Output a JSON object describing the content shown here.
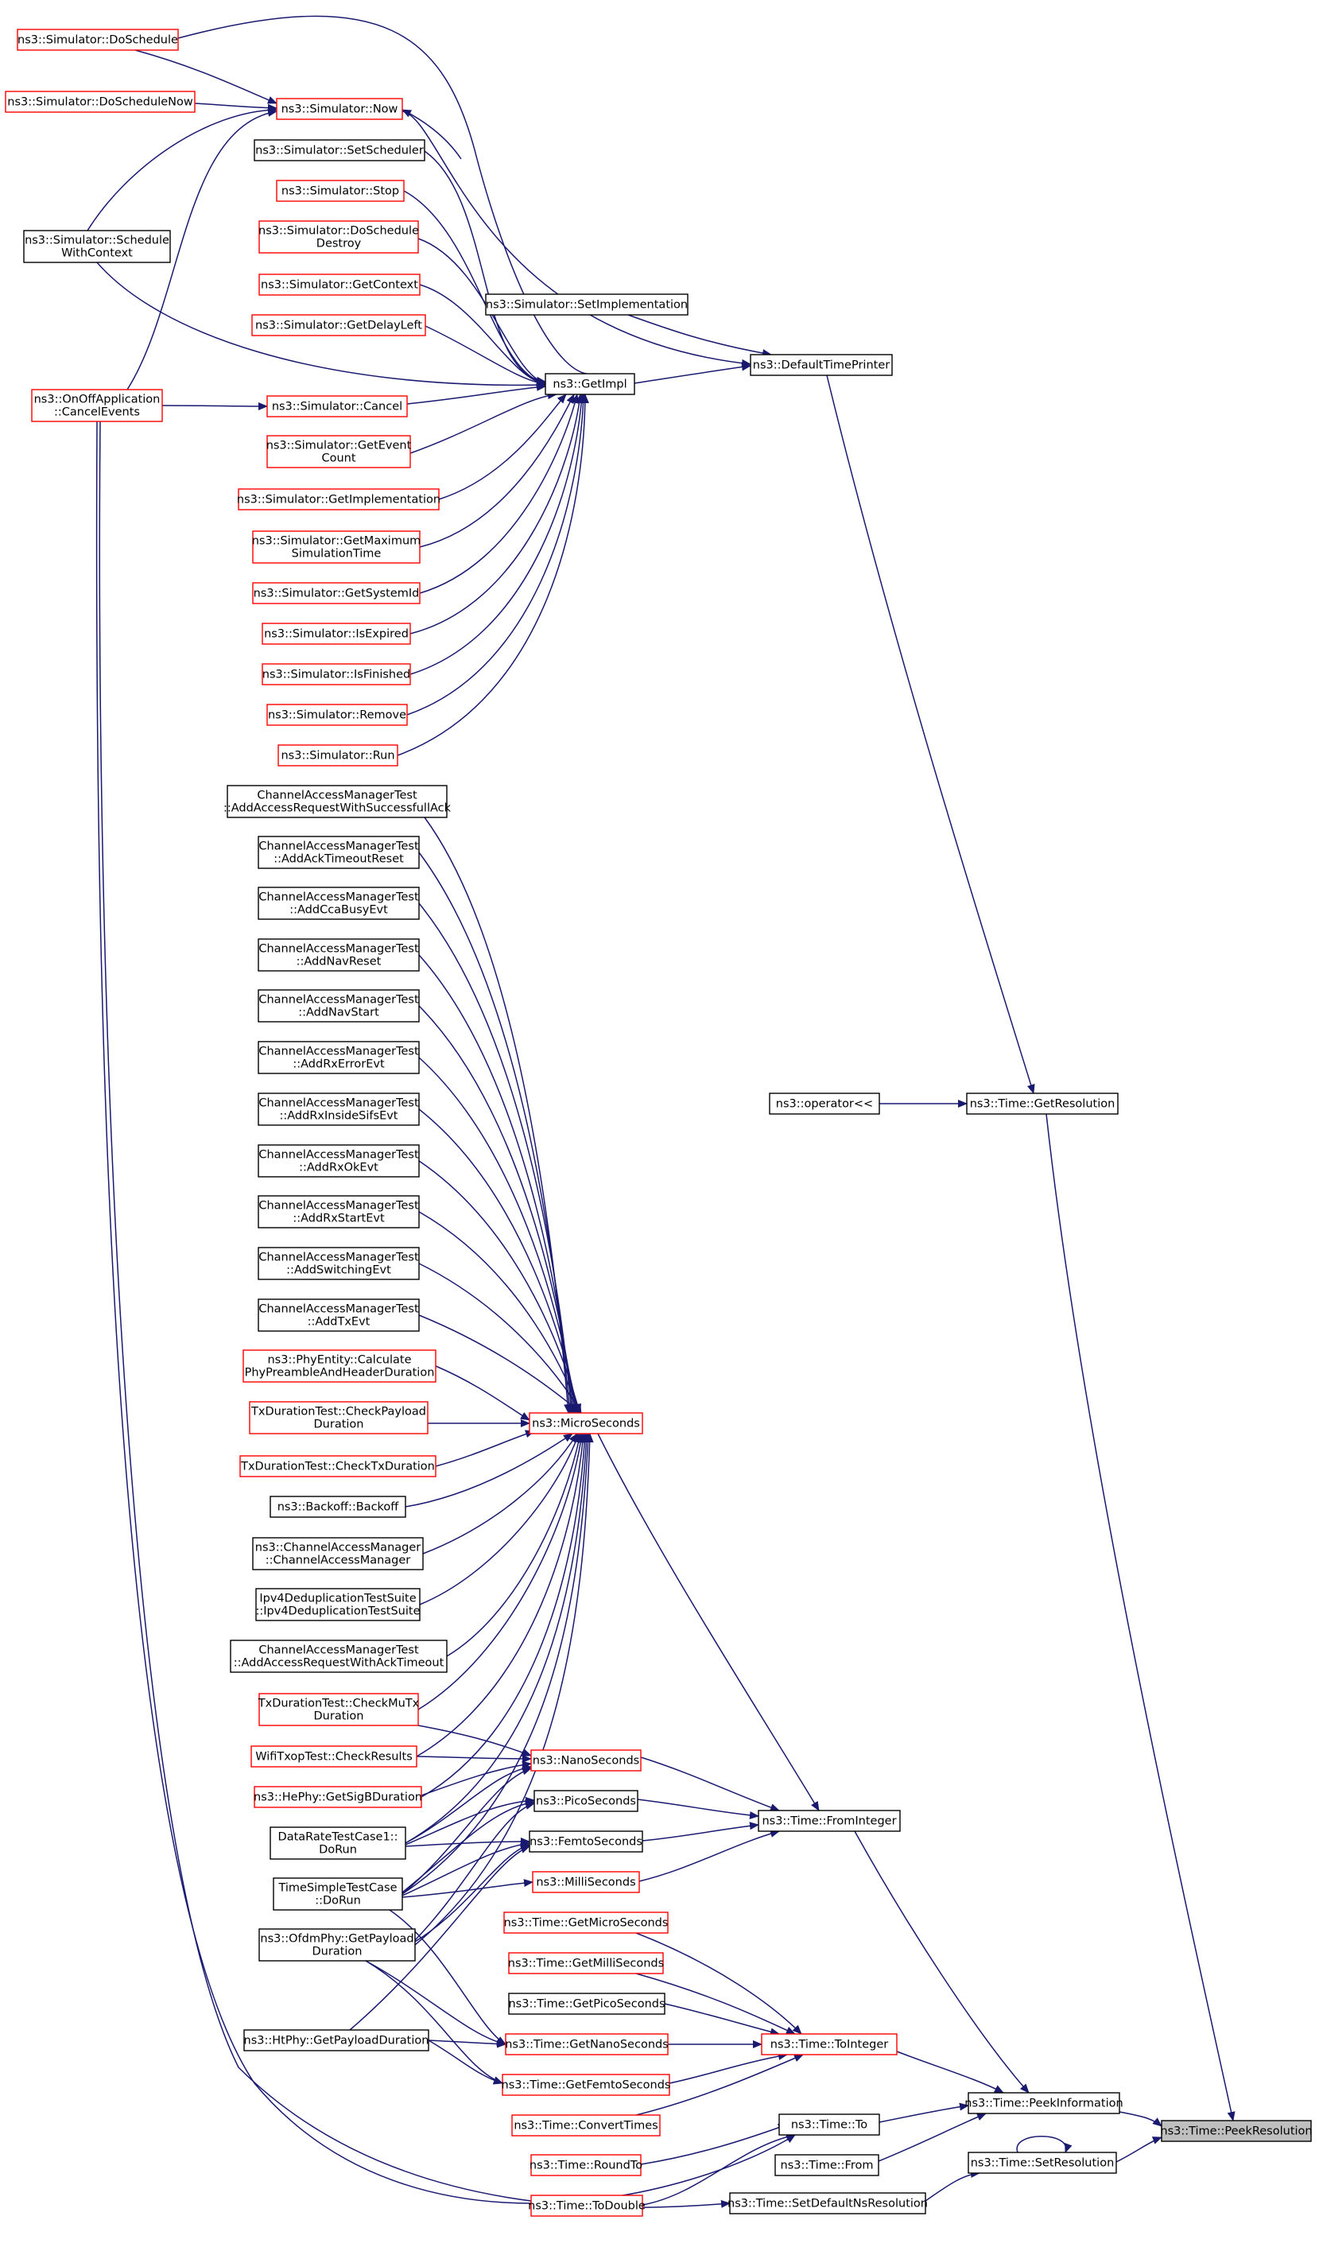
{
  "diagram": {
    "nodes": [
      {
        "id": "peekres",
        "lines": [
          "ns3::Time::PeekResolution"
        ],
        "style": "focus"
      },
      {
        "id": "peekinfo",
        "lines": [
          "ns3::Time::PeekInformation"
        ],
        "style": "black"
      },
      {
        "id": "setres",
        "lines": [
          "ns3::Time::SetResolution"
        ],
        "style": "black"
      },
      {
        "id": "setdefns",
        "lines": [
          "ns3::Time::SetDefaultNsResolution"
        ],
        "style": "black"
      },
      {
        "id": "getres",
        "lines": [
          "ns3::Time::GetResolution"
        ],
        "style": "black"
      },
      {
        "id": "opstream",
        "lines": [
          "ns3::operator<<"
        ],
        "style": "black"
      },
      {
        "id": "deftp",
        "lines": [
          "ns3::DefaultTimePrinter"
        ],
        "style": "black"
      },
      {
        "id": "setimpl",
        "lines": [
          "ns3::Simulator::SetImplementation"
        ],
        "style": "black"
      },
      {
        "id": "getimpl",
        "lines": [
          "ns3::GetImpl"
        ],
        "style": "black"
      },
      {
        "id": "doschedule",
        "lines": [
          "ns3::Simulator::DoSchedule"
        ],
        "style": "red"
      },
      {
        "id": "doschednow",
        "lines": [
          "ns3::Simulator::DoScheduleNow"
        ],
        "style": "red"
      },
      {
        "id": "now",
        "lines": [
          "ns3::Simulator::Now"
        ],
        "style": "red"
      },
      {
        "id": "setsched",
        "lines": [
          "ns3::Simulator::SetScheduler"
        ],
        "style": "black"
      },
      {
        "id": "stop",
        "lines": [
          "ns3::Simulator::Stop"
        ],
        "style": "red"
      },
      {
        "id": "dosched_destroy",
        "lines": [
          "ns3::Simulator::DoSchedule",
          "Destroy"
        ],
        "style": "red"
      },
      {
        "id": "getctx",
        "lines": [
          "ns3::Simulator::GetContext"
        ],
        "style": "red"
      },
      {
        "id": "getdelay",
        "lines": [
          "ns3::Simulator::GetDelayLeft"
        ],
        "style": "red"
      },
      {
        "id": "schedctx",
        "lines": [
          "ns3::Simulator::Schedule",
          "WithContext"
        ],
        "style": "black"
      },
      {
        "id": "onoff",
        "lines": [
          "ns3::OnOffApplication",
          "::CancelEvents"
        ],
        "style": "red"
      },
      {
        "id": "cancel",
        "lines": [
          "ns3::Simulator::Cancel"
        ],
        "style": "red"
      },
      {
        "id": "geteventcount",
        "lines": [
          "ns3::Simulator::GetEvent",
          "Count"
        ],
        "style": "red"
      },
      {
        "id": "getimplementation",
        "lines": [
          "ns3::Simulator::GetImplementation"
        ],
        "style": "red"
      },
      {
        "id": "getmaxsim",
        "lines": [
          "ns3::Simulator::GetMaximum",
          "SimulationTime"
        ],
        "style": "red"
      },
      {
        "id": "getsysid",
        "lines": [
          "ns3::Simulator::GetSystemId"
        ],
        "style": "red"
      },
      {
        "id": "isexpired",
        "lines": [
          "ns3::Simulator::IsExpired"
        ],
        "style": "red"
      },
      {
        "id": "isfinished",
        "lines": [
          "ns3::Simulator::IsFinished"
        ],
        "style": "red"
      },
      {
        "id": "remove",
        "lines": [
          "ns3::Simulator::Remove"
        ],
        "style": "red"
      },
      {
        "id": "run",
        "lines": [
          "ns3::Simulator::Run"
        ],
        "style": "red"
      },
      {
        "id": "camt_succ",
        "lines": [
          "ChannelAccessManagerTest",
          "::AddAccessRequestWithSuccessfullAck"
        ],
        "style": "black"
      },
      {
        "id": "camt_ackto",
        "lines": [
          "ChannelAccessManagerTest",
          "::AddAckTimeoutReset"
        ],
        "style": "black"
      },
      {
        "id": "camt_cca",
        "lines": [
          "ChannelAccessManagerTest",
          "::AddCcaBusyEvt"
        ],
        "style": "black"
      },
      {
        "id": "camt_navreset",
        "lines": [
          "ChannelAccessManagerTest",
          "::AddNavReset"
        ],
        "style": "black"
      },
      {
        "id": "camt_navstart",
        "lines": [
          "ChannelAccessManagerTest",
          "::AddNavStart"
        ],
        "style": "black"
      },
      {
        "id": "camt_rxerr",
        "lines": [
          "ChannelAccessManagerTest",
          "::AddRxErrorEvt"
        ],
        "style": "black"
      },
      {
        "id": "camt_rxsifs",
        "lines": [
          "ChannelAccessManagerTest",
          "::AddRxInsideSifsEvt"
        ],
        "style": "black"
      },
      {
        "id": "camt_rxok",
        "lines": [
          "ChannelAccessManagerTest",
          "::AddRxOkEvt"
        ],
        "style": "black"
      },
      {
        "id": "camt_rxstart",
        "lines": [
          "ChannelAccessManagerTest",
          "::AddRxStartEvt"
        ],
        "style": "black"
      },
      {
        "id": "camt_switch",
        "lines": [
          "ChannelAccessManagerTest",
          "::AddSwitchingEvt"
        ],
        "style": "black"
      },
      {
        "id": "camt_tx",
        "lines": [
          "ChannelAccessManagerTest",
          "::AddTxEvt"
        ],
        "style": "black"
      },
      {
        "id": "phyentity",
        "lines": [
          "ns3::PhyEntity::Calculate",
          "PhyPreambleAndHeaderDuration"
        ],
        "style": "red"
      },
      {
        "id": "txd_payload",
        "lines": [
          "TxDurationTest::CheckPayload",
          "Duration"
        ],
        "style": "red"
      },
      {
        "id": "txd_tx",
        "lines": [
          "TxDurationTest::CheckTxDuration"
        ],
        "style": "red"
      },
      {
        "id": "backoff",
        "lines": [
          "ns3::Backoff::Backoff"
        ],
        "style": "black"
      },
      {
        "id": "cam",
        "lines": [
          "ns3::ChannelAccessManager",
          "::ChannelAccessManager"
        ],
        "style": "black"
      },
      {
        "id": "ipv4dedup",
        "lines": [
          "Ipv4DeduplicationTestSuite",
          "::Ipv4DeduplicationTestSuite"
        ],
        "style": "black"
      },
      {
        "id": "camt_ackto2",
        "lines": [
          "ChannelAccessManagerTest",
          "::AddAccessRequestWithAckTimeout"
        ],
        "style": "black"
      },
      {
        "id": "txd_mu",
        "lines": [
          "TxDurationTest::CheckMuTx",
          "Duration"
        ],
        "style": "red"
      },
      {
        "id": "wifitxop",
        "lines": [
          "WifiTxopTest::CheckResults"
        ],
        "style": "red"
      },
      {
        "id": "hephy",
        "lines": [
          "ns3::HePhy::GetSigBDuration"
        ],
        "style": "red"
      },
      {
        "id": "datarate",
        "lines": [
          "DataRateTestCase1::",
          "DoRun"
        ],
        "style": "black"
      },
      {
        "id": "timesimple",
        "lines": [
          "TimeSimpleTestCase",
          "::DoRun"
        ],
        "style": "black"
      },
      {
        "id": "ofdmphy",
        "lines": [
          "ns3::OfdmPhy::GetPayload",
          "Duration"
        ],
        "style": "black"
      },
      {
        "id": "htphy",
        "lines": [
          "ns3::HtPhy::GetPayloadDuration"
        ],
        "style": "black"
      },
      {
        "id": "micro",
        "lines": [
          "ns3::MicroSeconds"
        ],
        "style": "red"
      },
      {
        "id": "nano",
        "lines": [
          "ns3::NanoSeconds"
        ],
        "style": "red"
      },
      {
        "id": "pico",
        "lines": [
          "ns3::PicoSeconds"
        ],
        "style": "black"
      },
      {
        "id": "femto",
        "lines": [
          "ns3::FemtoSeconds"
        ],
        "style": "black"
      },
      {
        "id": "milli",
        "lines": [
          "ns3::MilliSeconds"
        ],
        "style": "red"
      },
      {
        "id": "frominteger",
        "lines": [
          "ns3::Time::FromInteger"
        ],
        "style": "black"
      },
      {
        "id": "getmicro",
        "lines": [
          "ns3::Time::GetMicroSeconds"
        ],
        "style": "red"
      },
      {
        "id": "getmilli",
        "lines": [
          "ns3::Time::GetMilliSeconds"
        ],
        "style": "red"
      },
      {
        "id": "getpico",
        "lines": [
          "ns3::Time::GetPicoSeconds"
        ],
        "style": "black"
      },
      {
        "id": "getnano",
        "lines": [
          "ns3::Time::GetNanoSeconds"
        ],
        "style": "red"
      },
      {
        "id": "getfemto",
        "lines": [
          "ns3::Time::GetFemtoSeconds"
        ],
        "style": "red"
      },
      {
        "id": "convert",
        "lines": [
          "ns3::Time::ConvertTimes"
        ],
        "style": "red"
      },
      {
        "id": "roundto",
        "lines": [
          "ns3::Time::RoundTo"
        ],
        "style": "red"
      },
      {
        "id": "todouble",
        "lines": [
          "ns3::Time::ToDouble"
        ],
        "style": "red"
      },
      {
        "id": "tointeger",
        "lines": [
          "ns3::Time::ToInteger"
        ],
        "style": "red"
      },
      {
        "id": "to",
        "lines": [
          "ns3::Time::To"
        ],
        "style": "black"
      },
      {
        "id": "from",
        "lines": [
          "ns3::Time::From"
        ],
        "style": "black"
      }
    ]
  }
}
